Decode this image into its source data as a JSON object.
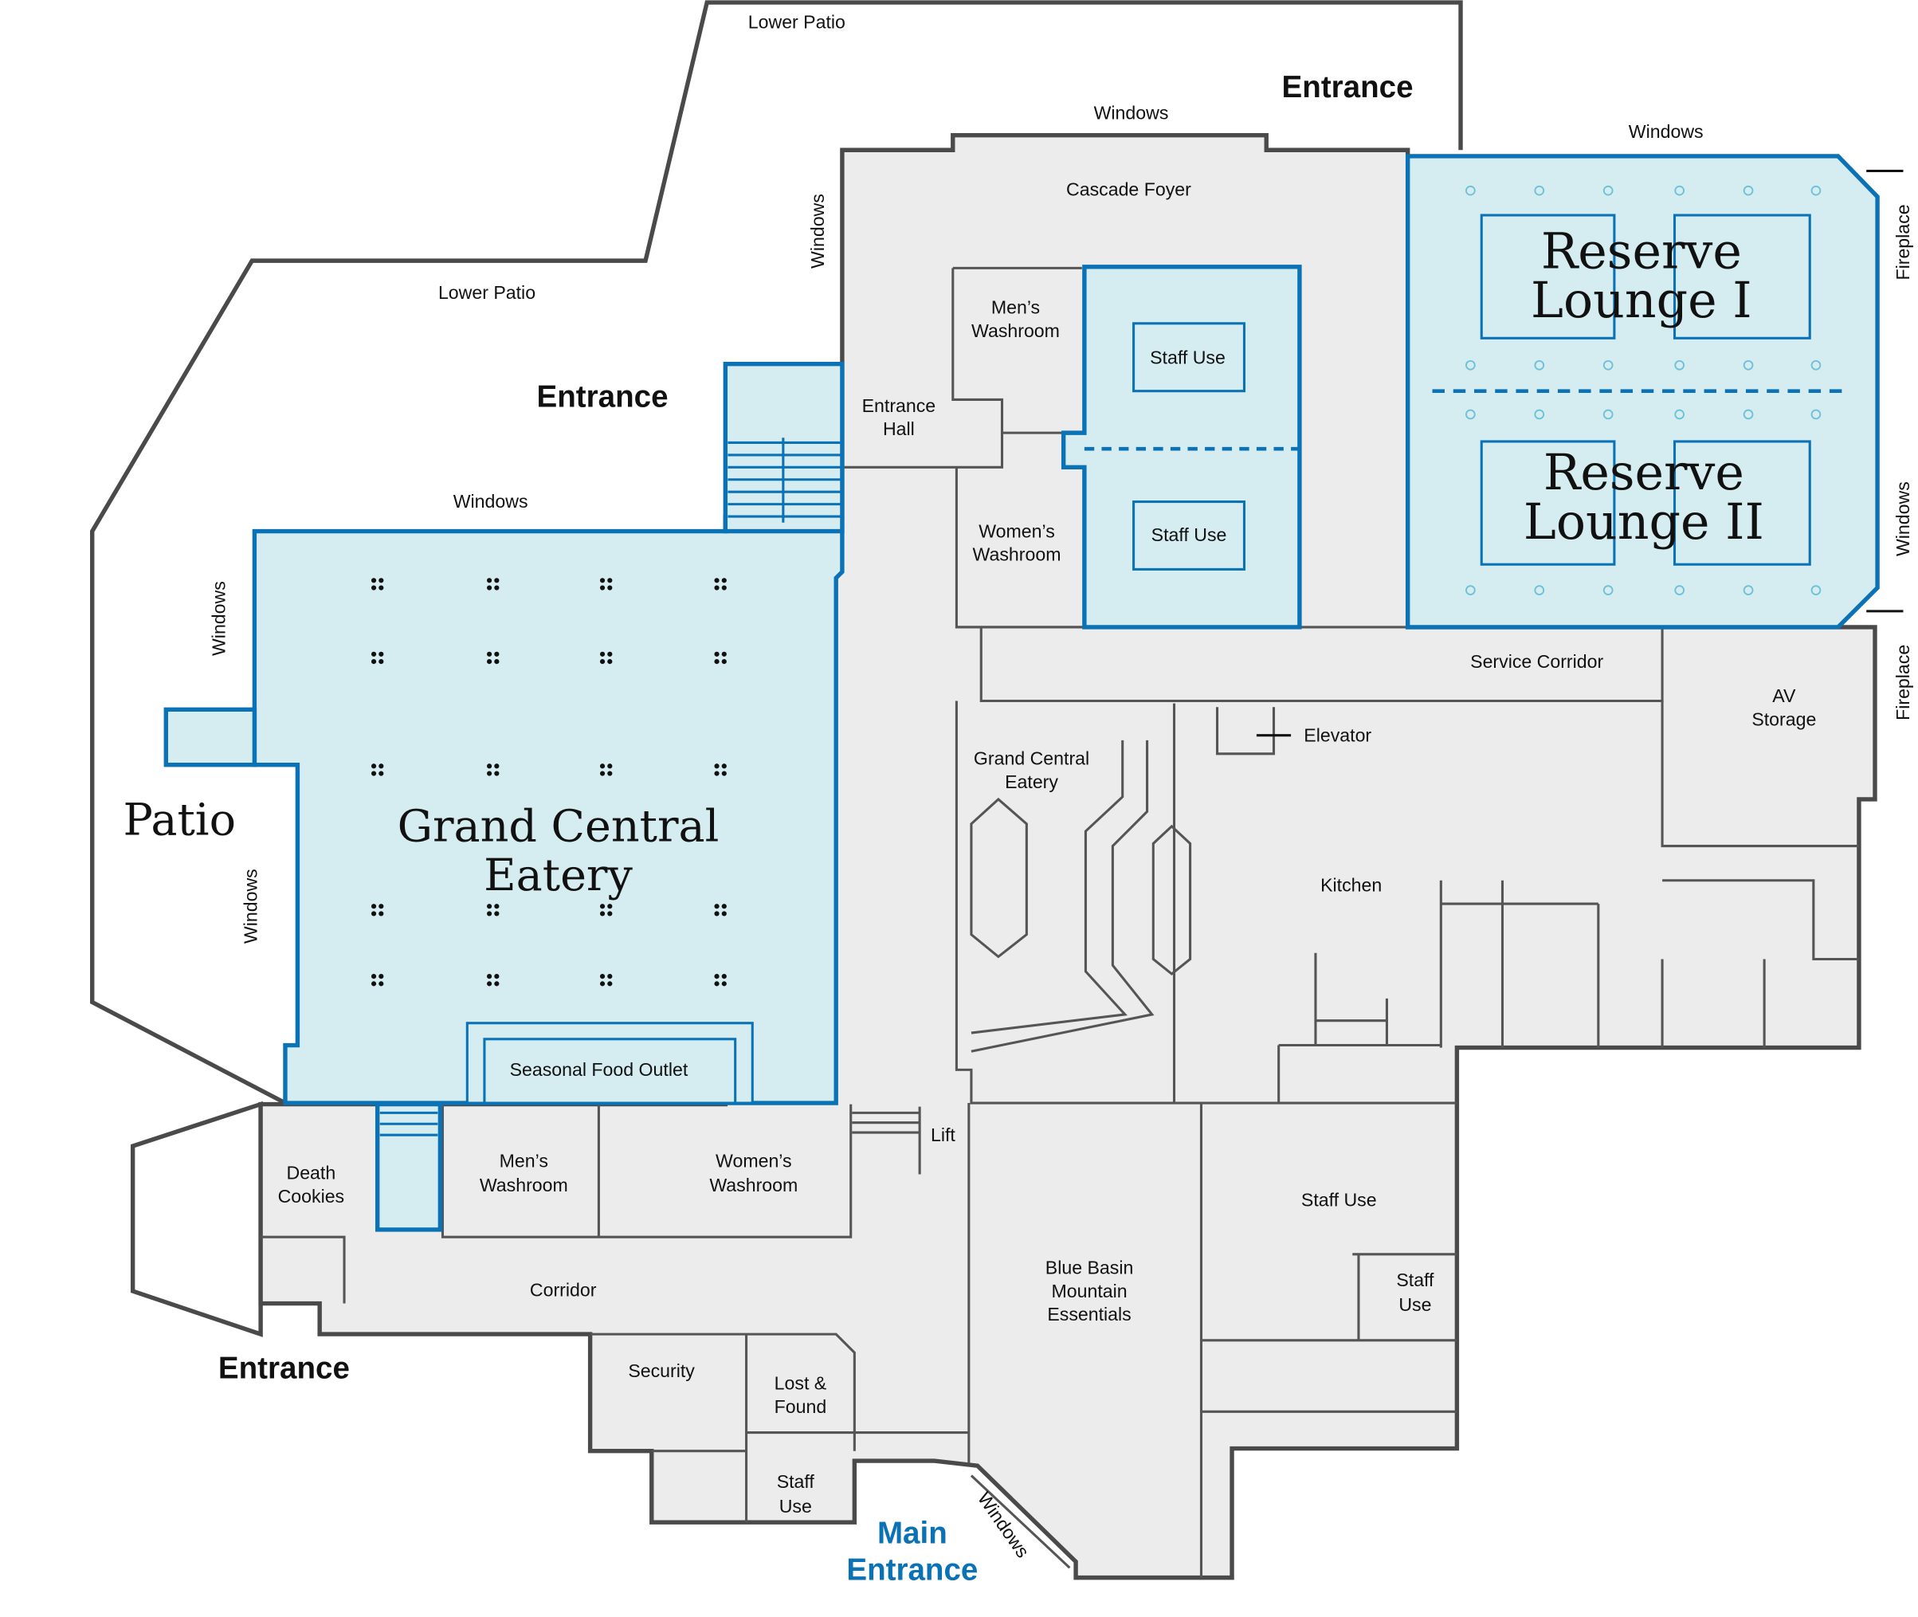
{
  "colors": {
    "room_fill": "#ececec",
    "event_fill": "#d5edf1",
    "event_stroke": "#0a72b5",
    "wall": "#4a4a4a",
    "main_entrance_text": "#0a72b5"
  },
  "labels": {
    "lower_patio_top": "Lower Patio",
    "lower_patio_left": "Lower Patio",
    "windows_top": "Windows",
    "windows_lounge_top": "Windows",
    "windows_foyer_side": "Windows",
    "windows_eatery_top": "Windows",
    "windows_eatery_left": "Windows",
    "windows_eatery_left2": "Windows",
    "windows_lounge_right": "Windows",
    "windows_main": "Windows",
    "fireplace_1": "Fireplace",
    "fireplace_2": "Fireplace",
    "entrance_top": "Entrance",
    "entrance_left": "Entrance",
    "entrance_bottom_left": "Entrance",
    "main_entrance": [
      "Main",
      "Entrance"
    ],
    "patio": "Patio",
    "cascade_foyer": "Cascade Foyer",
    "entrance_hall": [
      "Entrance",
      "Hall"
    ],
    "mens_washroom_upper": [
      "Men’s",
      "Washroom"
    ],
    "womens_washroom_upper": [
      "Women’s",
      "Washroom"
    ],
    "staff_use_1": "Staff Use",
    "staff_use_2": "Staff Use",
    "reserve_lounge_1": [
      "Reserve",
      "Lounge I"
    ],
    "reserve_lounge_2": [
      "Reserve",
      "Lounge II"
    ],
    "service_corridor": "Service Corridor",
    "av_storage": [
      "AV",
      "Storage"
    ],
    "elevator": "Elevator",
    "grand_central_eatery_small": [
      "Grand Central",
      "Eatery"
    ],
    "kitchen": "Kitchen",
    "grand_central_eatery": [
      "Grand Central",
      "Eatery"
    ],
    "seasonal_food_outlet": "Seasonal Food Outlet",
    "death_cookies": [
      "Death",
      "Cookies"
    ],
    "mens_washroom_lower": [
      "Men’s",
      "Washroom"
    ],
    "womens_washroom_lower": [
      "Women’s",
      "Washroom"
    ],
    "lift": "Lift",
    "corridor": "Corridor",
    "blue_basin": [
      "Blue Basin",
      "Mountain",
      "Essentials"
    ],
    "staff_use_3": "Staff Use",
    "staff_use_4": [
      "Staff",
      "Use"
    ],
    "security": "Security",
    "lost_found": [
      "Lost &",
      "Found"
    ],
    "staff_use_5": [
      "Staff",
      "Use"
    ]
  }
}
